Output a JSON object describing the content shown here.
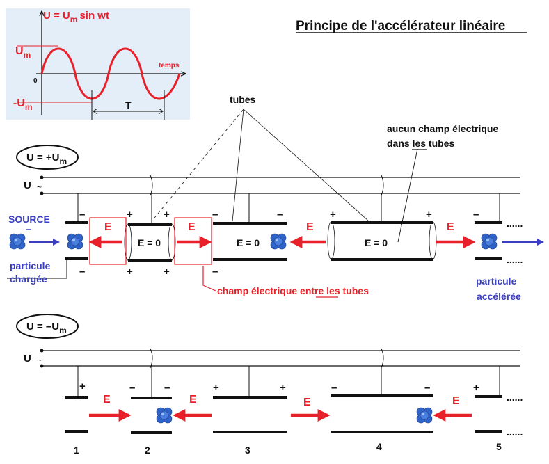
{
  "title": "Principe de l'accélérateur linéaire",
  "graph": {
    "eq_main": "U = U",
    "eq_sub": "m",
    "eq_tail": "sin wt",
    "um_main": "U",
    "um_sub": "m",
    "neg_um_main": "-U",
    "neg_um_sub": "m",
    "zero": "0",
    "time": "temps",
    "period": "T"
  },
  "labels": {
    "tubes": "tubes",
    "no_field_line1": "aucun champ électrique",
    "no_field_line2": "dans les tubes",
    "source": "SOURCE",
    "particle_line1": "particule",
    "particle_line2": "chargée",
    "accel_line1": "particule",
    "accel_line2": "accélérée",
    "field_between": "champ électrique entre les tubes",
    "zero_field": "E = 0",
    "field": "E",
    "dots": "......",
    "plus": "+",
    "minus": "–"
  },
  "top_phase": {
    "main": "U = +U",
    "sub": "m"
  },
  "bottom_phase": {
    "main": "U = –U",
    "sub": "m"
  },
  "supply": {
    "main": "U",
    "tilde": "~"
  },
  "tube_numbers": [
    "1",
    "2",
    "3",
    "4",
    "5"
  ],
  "colors": {
    "red": "#e8202a",
    "blue": "#3a3fc0",
    "graph_bg": "#e4eef8",
    "particle": "#2f63c8",
    "black": "#111111"
  }
}
